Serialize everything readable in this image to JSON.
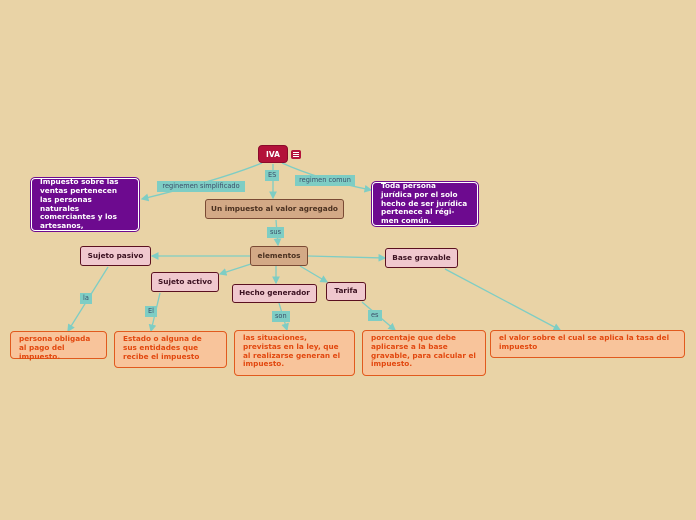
{
  "nodes": {
    "iva": "IVA",
    "impuesto_valor_agregado": "Un impuesto al valor agregado",
    "impuesto_ventas": "Impuesto sobre las ventas pertenecen las personas  naturales comerciantes  y  los artesanos,",
    "persona_juridica": "Toda persona jurídica por el solo hecho de ser jurídica pertenece al régi-men común.",
    "elementos": "elementos",
    "sujeto_pasivo": "Sujeto pasivo",
    "sujeto_activo": "Sujeto activo",
    "hecho_generador": "Hecho generador",
    "tarifa": "Tarifa",
    "base_gravable": "Base gravable",
    "persona_obligada": "persona obligada al pago del impuesto.",
    "estado": "Estado o alguna de sus entidades que recibe el impuesto",
    "situaciones": "las situaciones, previstas en la ley, que al realizarse generan el impuesto.",
    "porcentaje": "porcentaje que debe aplicarse a la base gravable, para calcular el impuesto.",
    "valor": "el valor sobre el cual se aplica la tasa del impuesto"
  },
  "labels": {
    "es": "ES",
    "regimen_simplificado": "reginemen simplificado",
    "regimen_comun": "regimen comun",
    "sus": "sus",
    "la": "la",
    "el": "El",
    "son": "son",
    "es_lower": "es"
  },
  "colors": {
    "background": "#e9d3a6",
    "connector": "#7ecdc4",
    "root": "#b3113a",
    "purple": "#6d0a8f",
    "tan": "#d3a986",
    "pink": "#f0c8ce",
    "orange_fill": "#f8c49b",
    "orange_text": "#e2480f"
  },
  "icons": [
    "menu-icon"
  ]
}
